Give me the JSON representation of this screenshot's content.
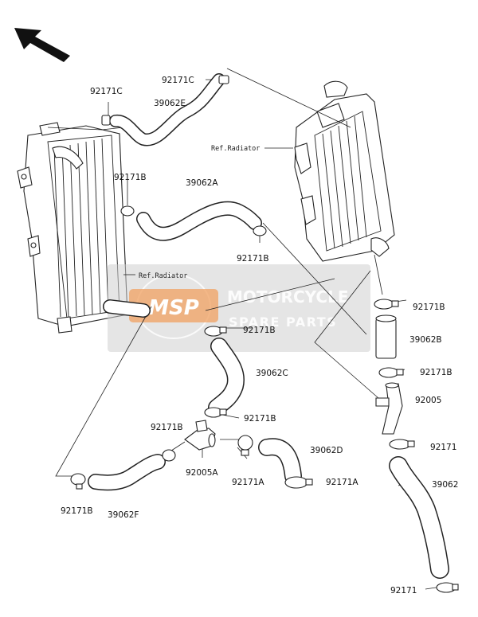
{
  "watermark": {
    "logo_text": "MSP",
    "line1": "MOTORCYCLE",
    "line2": "SPARE PARTS",
    "box_color": "#c8c8c8",
    "logo_color": "#f0a060"
  },
  "labels": {
    "clamp_top_c": "92171C",
    "clamp_left_c": "92171C",
    "hose_e": "39062E",
    "clamp_b_upper": "92171B",
    "hose_a": "39062A",
    "clamp_b_mid": "92171B",
    "ref_radiator_right": "Ref.Radiator",
    "ref_radiator_left": "Ref.Radiator",
    "clamp_b_right_top": "92171B",
    "clamp_b_center": "92171B",
    "hose_b": "39062B",
    "hose_c": "39062C",
    "clamp_b_right_mid": "92171B",
    "fitting_92005": "92005",
    "clamp_b_center_low": "92171B",
    "clamp_b_lower_left": "92171B",
    "clamp_92171_right": "92171",
    "hose_d": "39062D",
    "fitting_92005a": "92005A",
    "clamp_a_1": "92171A",
    "clamp_a_2": "92171A",
    "hose_39062": "39062",
    "clamp_b_bottom_left": "92171B",
    "hose_f": "39062F",
    "clamp_92171_bottom": "92171"
  }
}
